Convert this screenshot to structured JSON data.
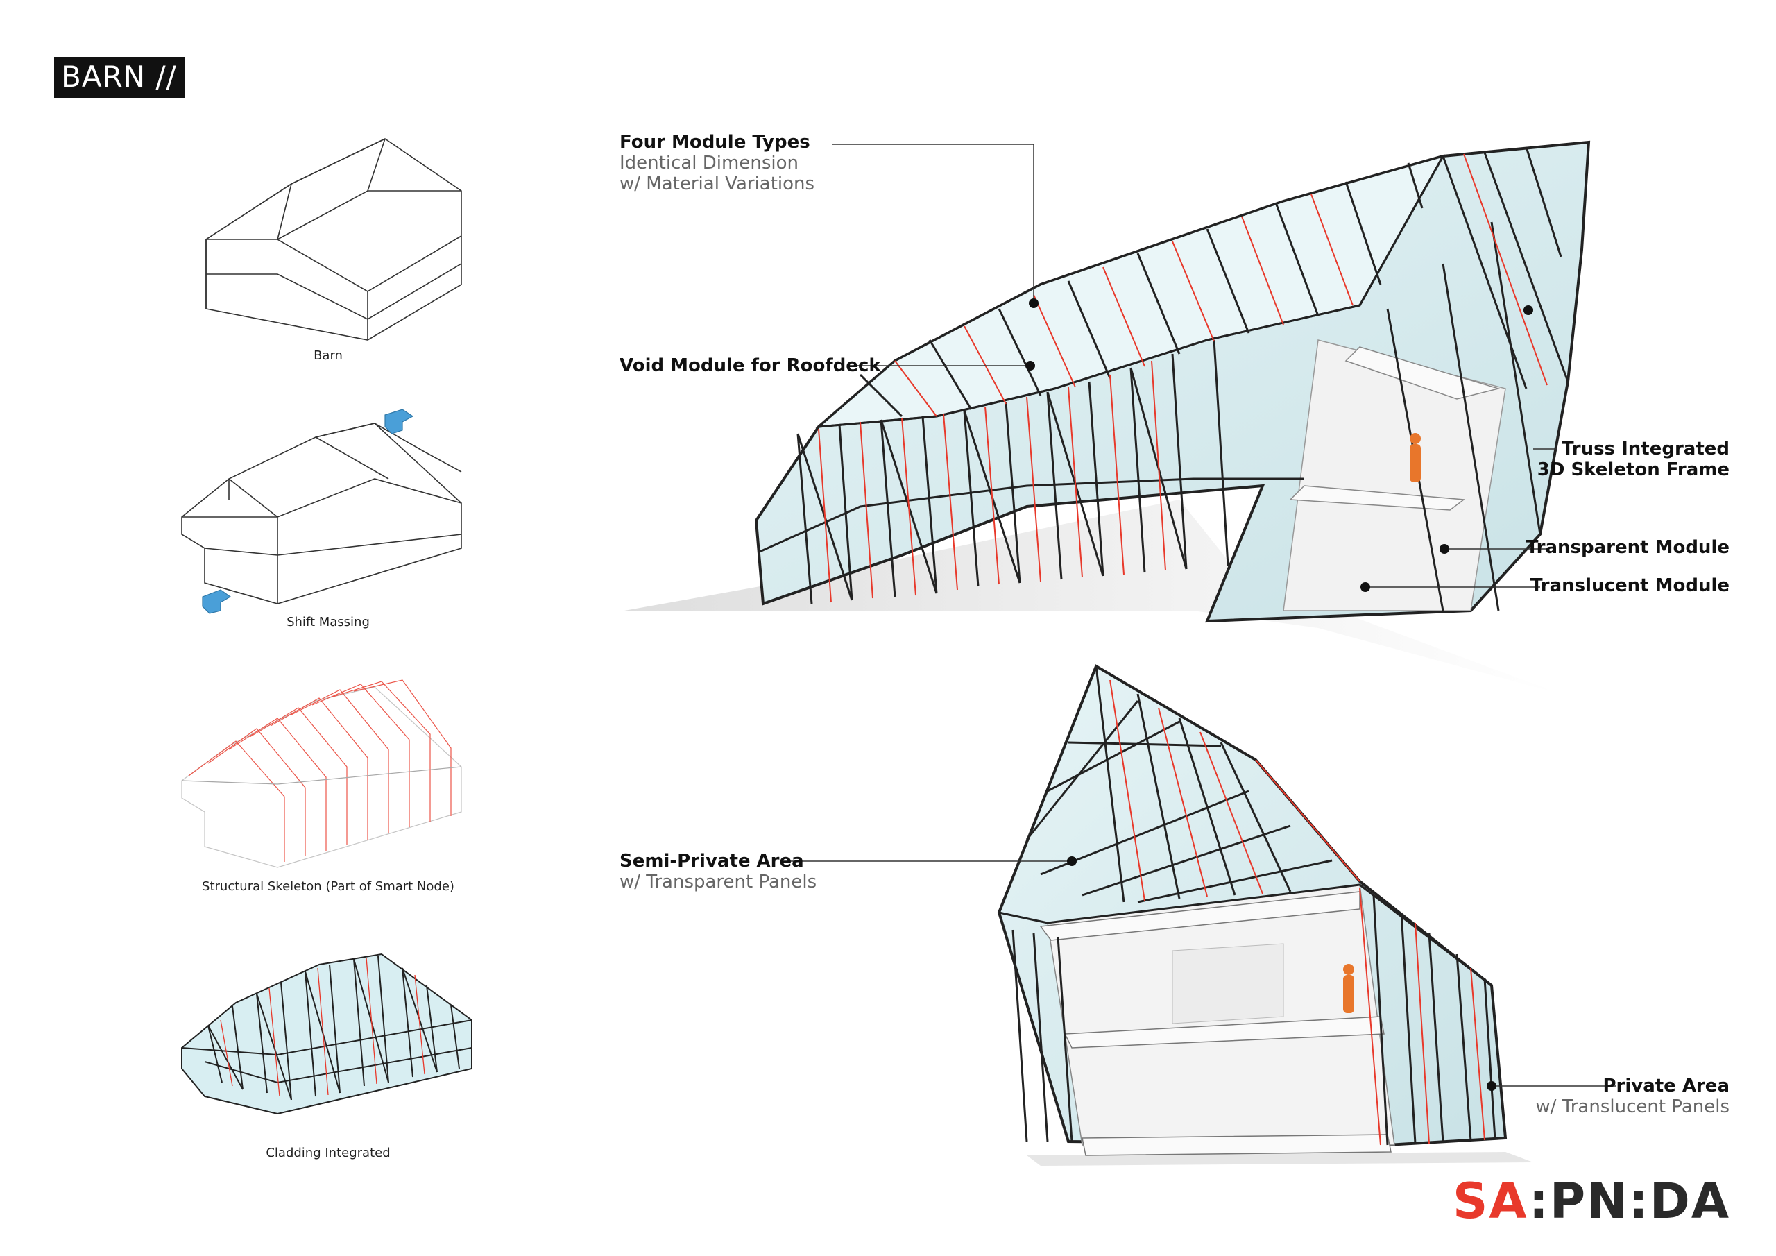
{
  "title": "BARN //",
  "steps": [
    {
      "caption": "Barn"
    },
    {
      "caption": "Shift Massing"
    },
    {
      "caption": "Structural Skeleton (Part of Smart Node)"
    },
    {
      "caption": "Cladding Integrated"
    }
  ],
  "annotations": {
    "four_module": {
      "title": "Four Module Types",
      "line1": "Identical Dimension",
      "line2": "w/ Material Variations"
    },
    "void_module": {
      "title": "Void Module for Roofdeck"
    },
    "truss": {
      "line1": "Truss Integrated",
      "line2": "3D Skeleton Frame"
    },
    "transparent": {
      "title": "Transparent Module"
    },
    "translucent": {
      "title": "Translucent Module"
    },
    "semi_private": {
      "title": "Semi-Private Area",
      "line1": "w/ Transparent Panels"
    },
    "private": {
      "title": "Private Area",
      "line1": "w/ Translucent Panels"
    }
  },
  "logo": {
    "part1": "SA",
    "sep1": ":",
    "part2": "PN",
    "sep2": ":",
    "part3": "DA"
  },
  "colors": {
    "accent": "#e8392b",
    "arrow": "#4a9fd8",
    "glass": "#dff0f3",
    "frame": "#2b2b2b"
  }
}
